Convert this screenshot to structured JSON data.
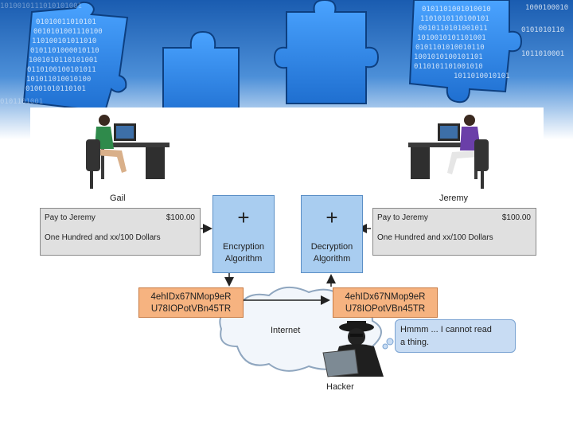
{
  "sender": {
    "name": "Gail"
  },
  "receiver": {
    "name": "Jeremy"
  },
  "plaintext": {
    "payee_line": "Pay to Jeremy",
    "amount": "$100.00",
    "amount_words": "One Hundred and xx/100 Dollars"
  },
  "encryption": {
    "symbol": "+",
    "label_line1": "Encryption",
    "label_line2": "Algorithm"
  },
  "decryption": {
    "symbol": "+",
    "label_line1": "Decryption",
    "label_line2": "Algorithm"
  },
  "ciphertext": {
    "line1": "4ehIDx67NMop9eR",
    "line2": "U78IOPotVBn45TR"
  },
  "network": {
    "label": "Internet"
  },
  "hacker": {
    "name": "Hacker",
    "thought_line1": "Hmmm ... I cannot read",
    "thought_line2": "a thing."
  },
  "colors": {
    "banner_blue": "#1e63b8",
    "puzzle_blue": "#2f86e0",
    "message_box": "#e0e0e0",
    "algorithm_box": "#a9cdf0",
    "cipher_box": "#f6b380",
    "bubble": "#c8dcf3"
  },
  "icons": [
    "key-icon",
    "computer-desk-icon",
    "person-icon",
    "cloud-icon",
    "hacker-icon",
    "puzzle-piece-icon"
  ]
}
